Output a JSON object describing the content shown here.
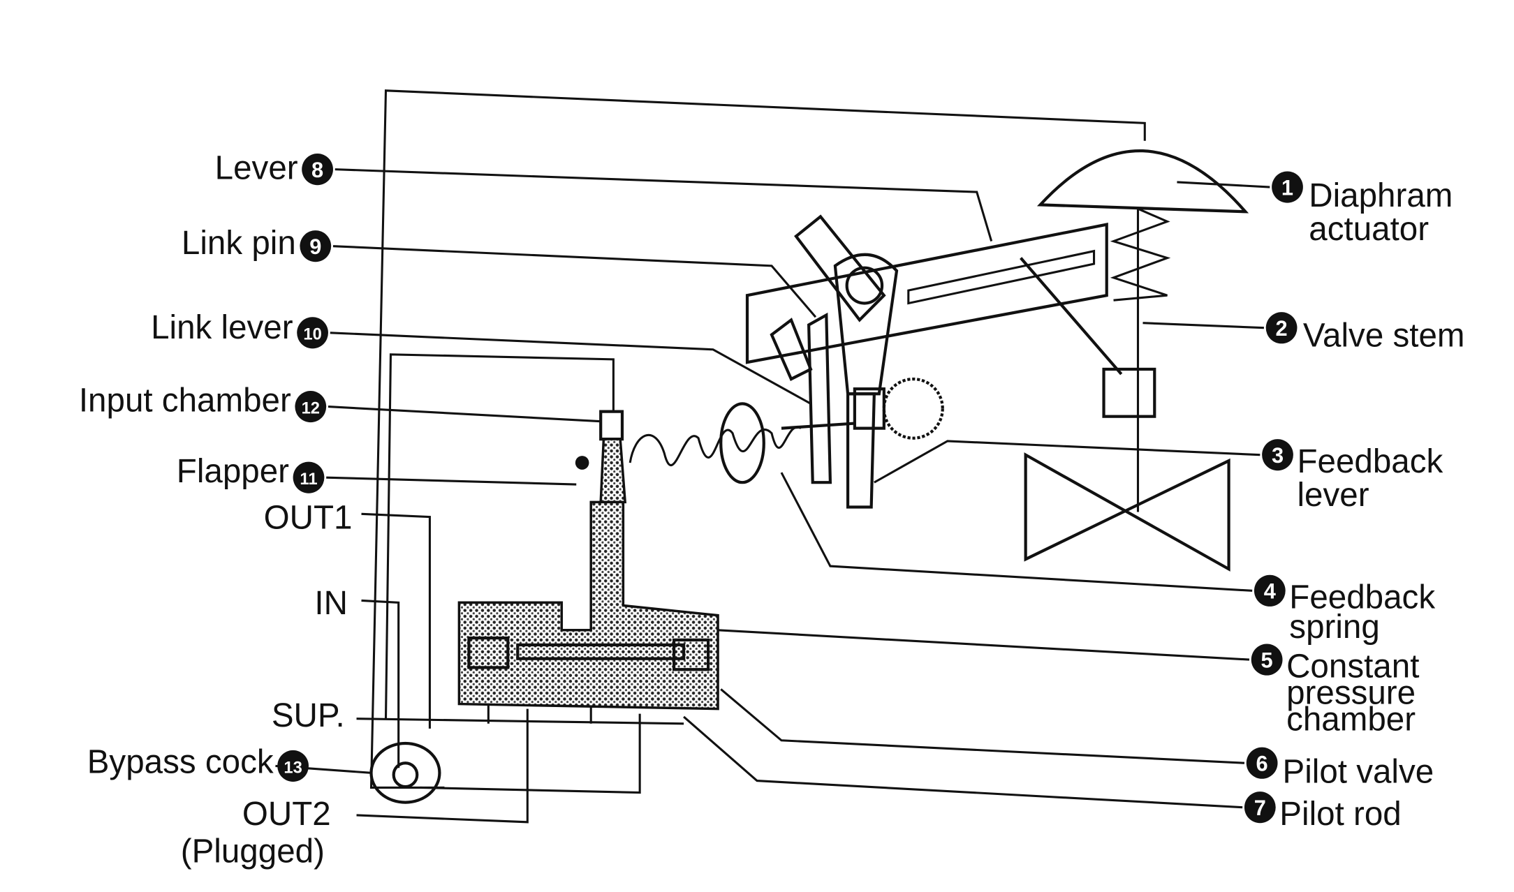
{
  "title": "Positioner with diaphragm actuator schematic",
  "left_labels": [
    {
      "text": "Lever",
      "num": "8"
    },
    {
      "text": "Link pin",
      "num": "9"
    },
    {
      "text": "Link lever",
      "num": "10"
    },
    {
      "text": "Input chamber",
      "num": "12"
    },
    {
      "text": "Flapper",
      "num": "11"
    },
    {
      "text": "Bypass cock",
      "num": "13"
    }
  ],
  "ports": {
    "out1": "OUT1",
    "in": "IN",
    "sup": "SUP.",
    "out2": "OUT2",
    "out2_note": "(Plugged)"
  },
  "right_labels": [
    {
      "num": "1",
      "line1": "Diaphram",
      "line2": "actuator"
    },
    {
      "num": "2",
      "line1": "Valve stem"
    },
    {
      "num": "3",
      "line1": "Feedback",
      "line2": "lever"
    },
    {
      "num": "4",
      "line1": "Feedback",
      "line2": "spring"
    },
    {
      "num": "5",
      "line1": "Constant",
      "line2": "pressure",
      "line3": "chamber"
    },
    {
      "num": "6",
      "line1": "Pilot valve"
    },
    {
      "num": "7",
      "line1": "Pilot rod"
    }
  ]
}
